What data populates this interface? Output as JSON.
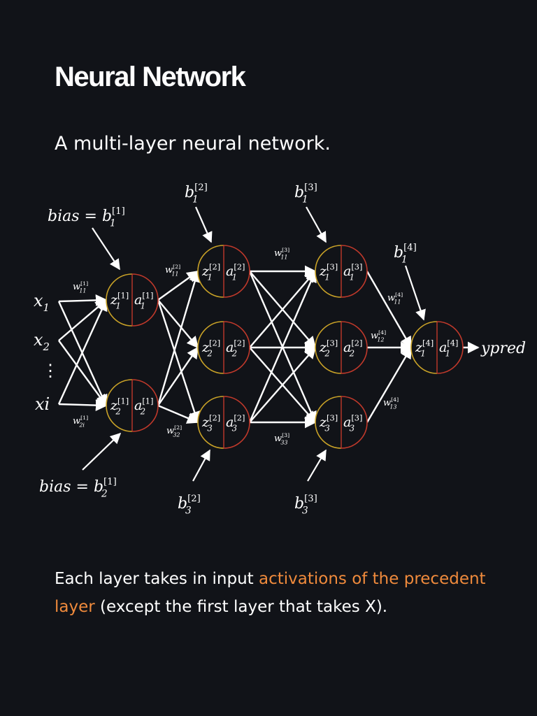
{
  "title": "Neural Network",
  "subtitle": "A multi-layer neural network.",
  "caption": {
    "before": "Each layer takes in input ",
    "highlight": "activations of the precedent layer",
    "after": " (except the first layer that takes X)."
  },
  "colors": {
    "background": "#111318",
    "text": "#ffffff",
    "accent": "#ef8a3c",
    "node_z_half": "#c9a227",
    "node_a_half": "#c0392b",
    "edges": "#ffffff"
  },
  "diagram": {
    "inputs": [
      "x1",
      "x2",
      "⋮",
      "xi"
    ],
    "output": "ypred",
    "bias_labels": {
      "b1_1": "bias = b1[1]",
      "b2_1": "bias = b2[1]",
      "b1_2": "b1[2]",
      "b3_2": "b3[2]",
      "b1_3": "b1[3]",
      "b3_3": "b3[3]",
      "b1_4": "b1[4]"
    },
    "weight_labels": {
      "w11_1": "w11[1]",
      "w2i_1": "w2i[1]",
      "w11_2": "w11[2]",
      "w32_2": "w32[2]",
      "w11_3": "w11[3]",
      "w33_3": "w33[3]",
      "w11_4": "w11[4]",
      "w12_4": "w12[4]",
      "w13_4": "w13[4]"
    },
    "layers": [
      {
        "layer": 1,
        "neurons": [
          {
            "z": "z1[1]",
            "a": "a1[1]"
          },
          {
            "z": "z2[1]",
            "a": "a2[1]"
          }
        ]
      },
      {
        "layer": 2,
        "neurons": [
          {
            "z": "z1[2]",
            "a": "a1[2]"
          },
          {
            "z": "z2[2]",
            "a": "a2[2]"
          },
          {
            "z": "z3[2]",
            "a": "a3[2]"
          }
        ]
      },
      {
        "layer": 3,
        "neurons": [
          {
            "z": "z1[3]",
            "a": "a1[3]"
          },
          {
            "z": "z2[3]",
            "a": "a2[2]"
          },
          {
            "z": "z3[3]",
            "a": "a3[3]"
          }
        ]
      },
      {
        "layer": 4,
        "neurons": [
          {
            "z": "z1[4]",
            "a": "a1[4]"
          }
        ]
      }
    ]
  }
}
